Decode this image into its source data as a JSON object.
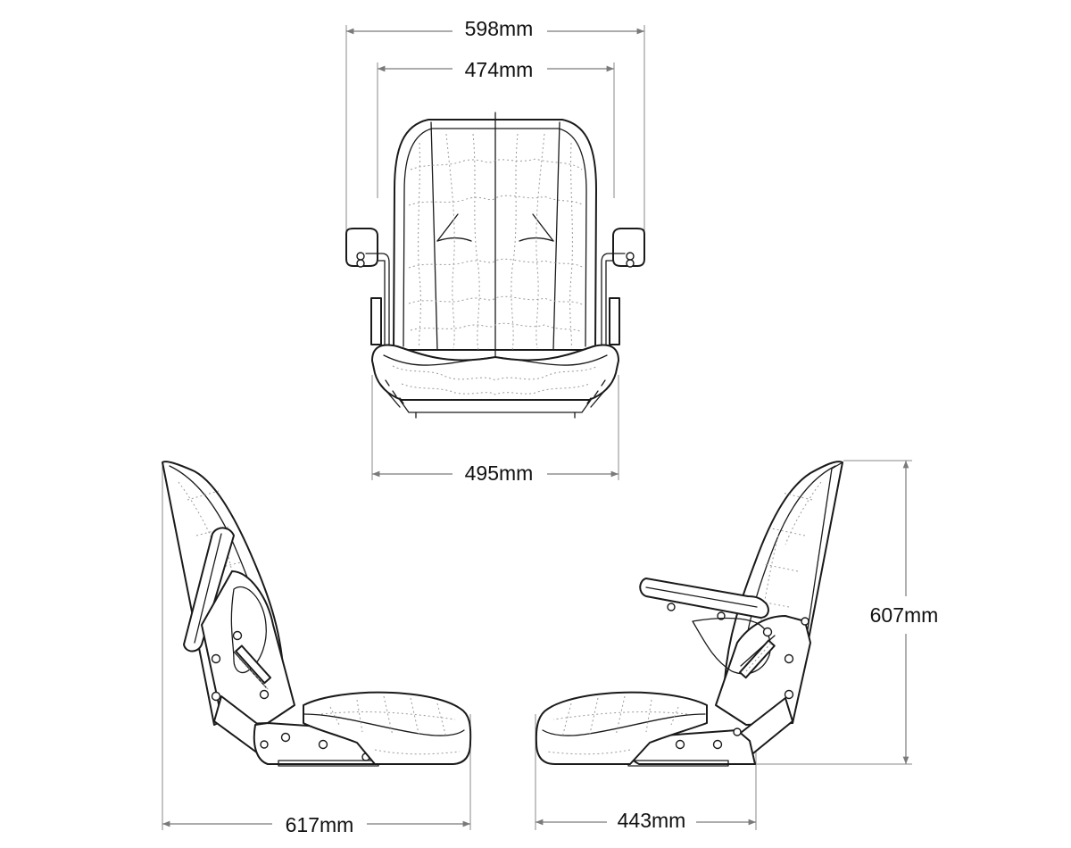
{
  "dimensions": {
    "overall_width_with_armrests": "598mm",
    "backrest_width": "474mm",
    "seat_base_width": "495mm",
    "side_depth_left": "617mm",
    "side_depth_right": "443mm",
    "height": "607mm"
  }
}
